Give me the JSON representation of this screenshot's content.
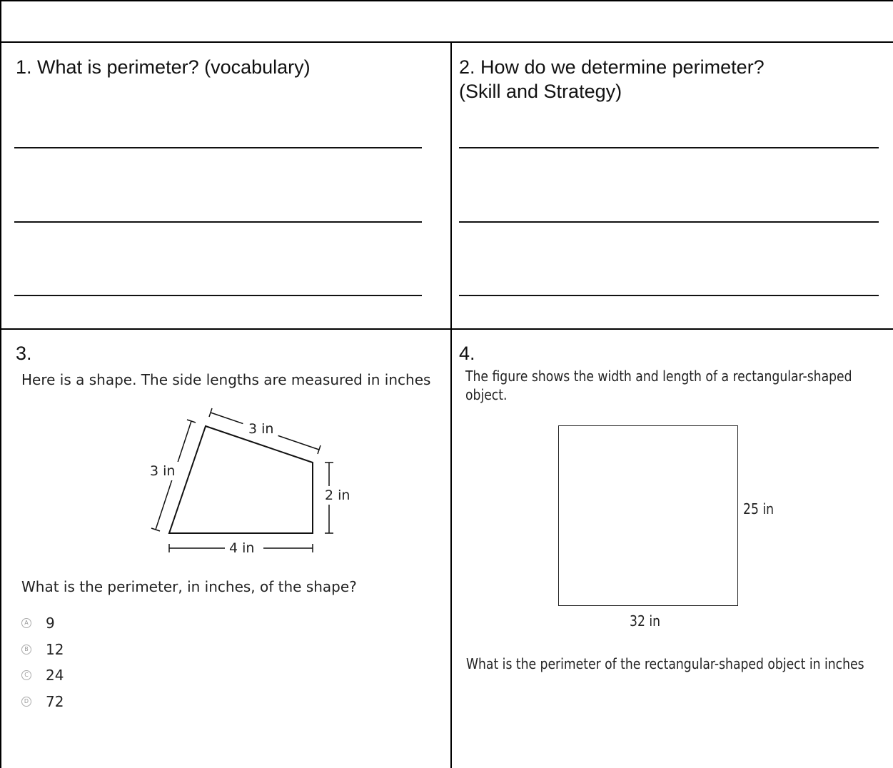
{
  "worksheet": {
    "cell1": {
      "title": "1.  What is perimeter? (vocabulary)"
    },
    "cell2": {
      "title": "2. How do we determine perimeter?\n(Skill and Strategy)"
    },
    "cell3": {
      "number": "3.",
      "prompt": "Here is a shape. The side lengths are measured in inches",
      "figure_labels": {
        "top": "3 in",
        "left": "3 in",
        "right": "2 in",
        "bottom": "4 in"
      },
      "question": "What is the perimeter, in inches, of the shape?",
      "choices": [
        {
          "letter": "A",
          "value": "9"
        },
        {
          "letter": "B",
          "value": "12"
        },
        {
          "letter": "C",
          "value": "24"
        },
        {
          "letter": "D",
          "value": "72"
        }
      ]
    },
    "cell4": {
      "number": "4.",
      "prompt_line1": "The figure shows the width and length of a rectangular-shaped",
      "prompt_line2": "object.",
      "figure_labels": {
        "height": "25 in",
        "width": "32 in"
      },
      "question": "What is the perimeter of the rectangular-shaped object in inches"
    }
  }
}
